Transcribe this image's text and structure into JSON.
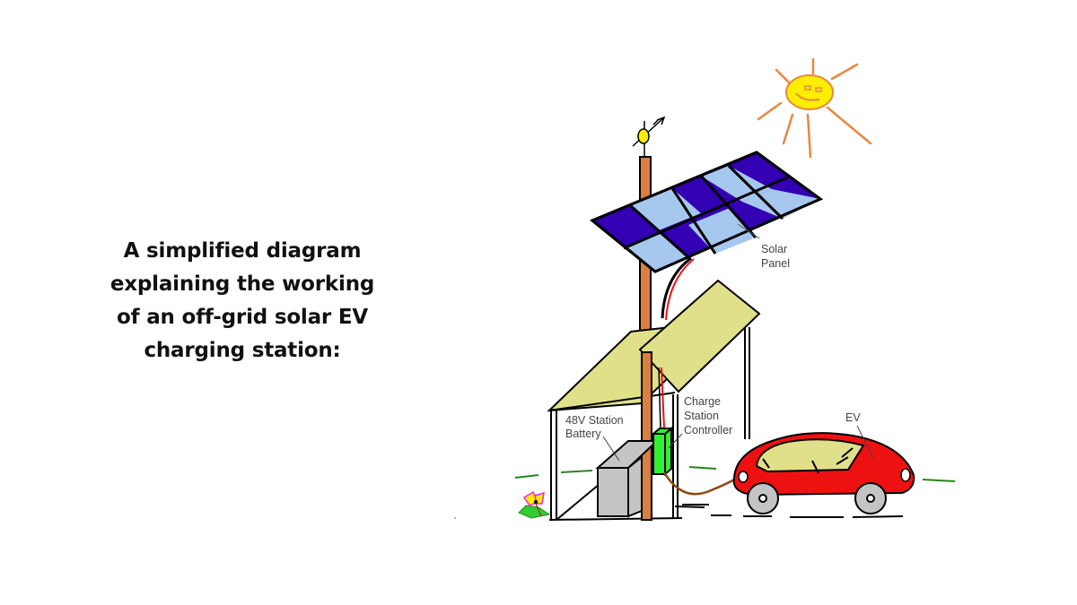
{
  "caption": {
    "lines": [
      "A simplified diagram",
      "explaining the working",
      "of an off-grid solar EV",
      "charging station:"
    ]
  },
  "diagram": {
    "labels": {
      "solar_panel": [
        "Solar",
        "Panel"
      ],
      "battery": [
        "48V Station",
        "Battery"
      ],
      "controller": [
        "Charge",
        "Station",
        "Controller"
      ],
      "ev": "EV"
    },
    "colors": {
      "panel_dark": "#3300b3",
      "panel_light": "#a6c8ee",
      "pole": "#d97f40",
      "roof": "#e0e08a",
      "battery": "#c4c4c4",
      "controller": "#33ee33",
      "car_body": "#ee1111",
      "car_window": "#e0e08a",
      "sun": "#ffee00",
      "sun_rays": "#e88840",
      "cable": "#8b4a10",
      "grass": "#228822"
    }
  }
}
